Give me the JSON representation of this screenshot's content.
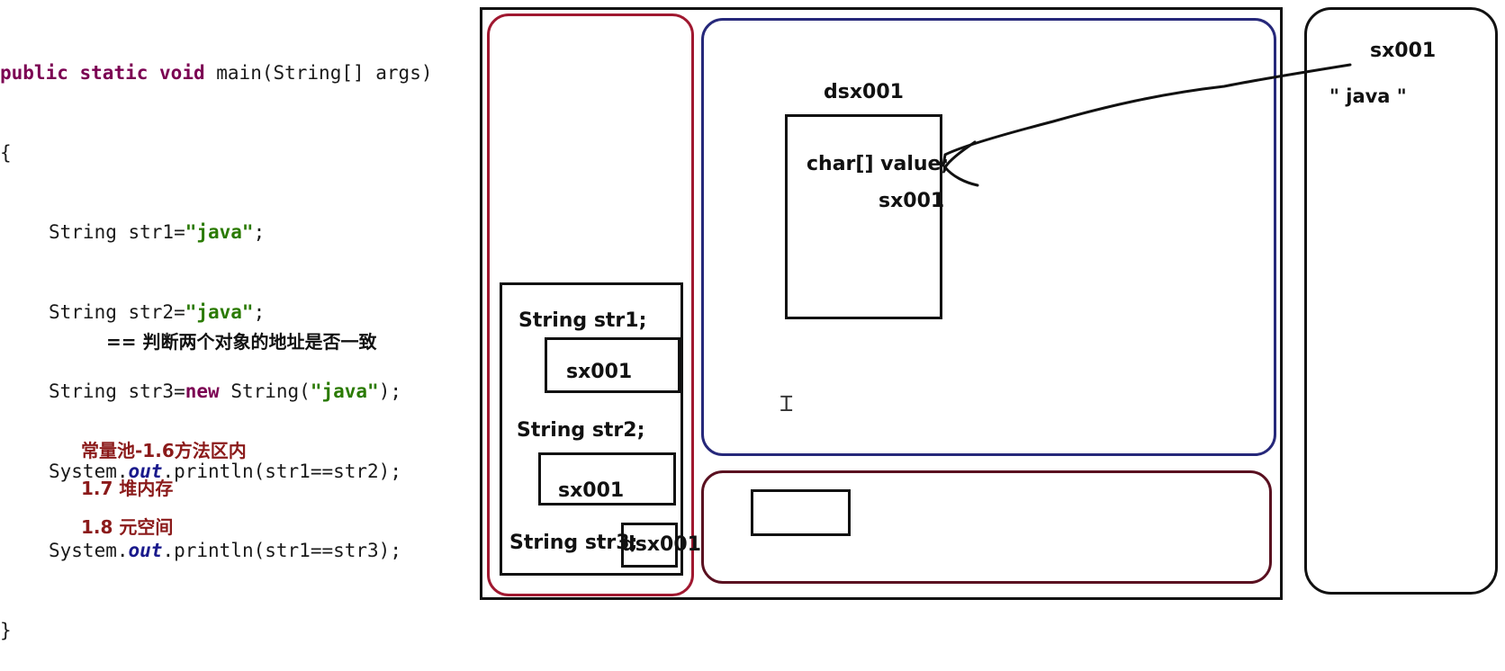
{
  "code": {
    "line1": [
      "public",
      "static",
      "void",
      "main(String[] args)"
    ],
    "line2": "{",
    "line3": [
      "String str1=",
      "\"java\"",
      ";"
    ],
    "line4": [
      "String str2=",
      "\"java\"",
      ";"
    ],
    "line5": [
      "String str3=",
      "new",
      "String(",
      "\"java\"",
      ");"
    ],
    "line6": [
      "System.",
      "out",
      ".println(str1==str2);"
    ],
    "line7": [
      "System.",
      "out",
      ".println(str1==str3);"
    ],
    "line8": "}"
  },
  "notes": {
    "equals": "== 判断两个对象的地址是否一致",
    "pool_location": "常量池-1.6方法区内",
    "heap17": "1.7 堆内存",
    "meta18": "1.8 元空间"
  },
  "diagram": {
    "stack_str1": "String str1;",
    "str1_value": "sx001",
    "stack_str2": "String str2;",
    "str2_value": "sx001",
    "stack_str3": "String str3;",
    "str3_value": "dsx001",
    "object_address": "dsx001",
    "object_field": "char[] value;",
    "field_value": "sx001",
    "pool_address": "sx001",
    "pool_literal": "\" java  \""
  },
  "colors": {
    "keyword": "#7b0052",
    "string": "#2a7a00",
    "stack_border": "#a01830",
    "heap_border": "#26287a",
    "meta_border": "#5a1020",
    "note_red": "#8b1a1a"
  }
}
